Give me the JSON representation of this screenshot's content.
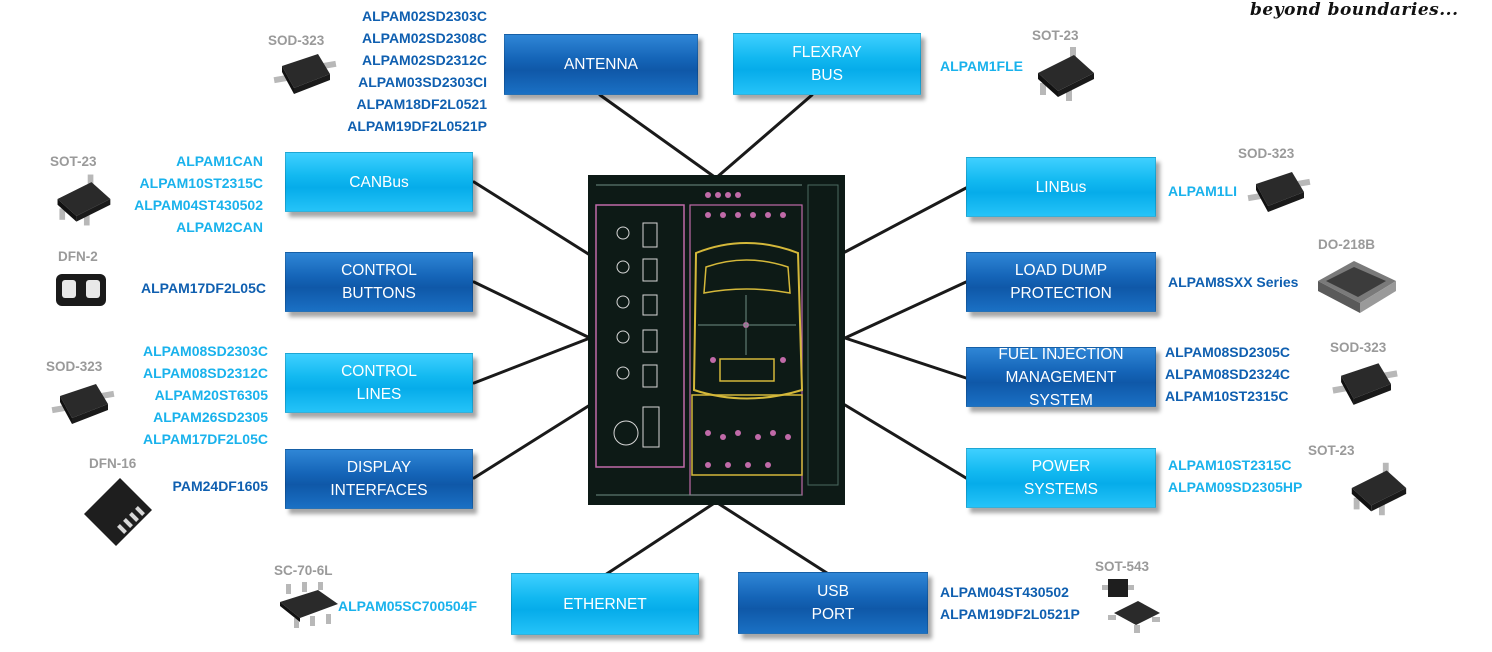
{
  "tagline": "beyond boundaries...",
  "colors": {
    "dark_box": "#1565b8",
    "light_box": "#11b8f0",
    "dark_text": "#0f5fb0",
    "light_text": "#19b2ec",
    "package_label": "#9a9a9a",
    "board": "#0d1a16"
  },
  "center": {
    "icon": "pcb-car-board-icon"
  },
  "blocks": {
    "antenna": {
      "label": "ANTENNA",
      "package": "SOD-323",
      "parts": [
        "ALPAM02SD2303C",
        "ALPAM02SD2308C",
        "ALPAM02SD2312C",
        "ALPAM03SD2303CI",
        "ALPAM18DF2L0521",
        "ALPAM19DF2L0521P"
      ]
    },
    "flexray": {
      "label": "FLEXRAY\nBUS",
      "package": "SOT-23",
      "parts": [
        "ALPAM1FLE"
      ]
    },
    "canbus": {
      "label": "CANBus",
      "package": "SOT-23",
      "parts": [
        "ALPAM1CAN",
        "ALPAM10ST2315C",
        "ALPAM04ST430502",
        "ALPAM2CAN"
      ]
    },
    "control_buttons": {
      "label": "CONTROL\nBUTTONS",
      "package": "DFN-2",
      "parts": [
        "ALPAM17DF2L05C"
      ]
    },
    "control_lines": {
      "label": "CONTROL\nLINES",
      "package": "SOD-323",
      "parts": [
        "ALPAM08SD2303C",
        "ALPAM08SD2312C",
        "ALPAM20ST6305",
        "ALPAM26SD2305",
        "ALPAM17DF2L05C"
      ]
    },
    "display": {
      "label": "DISPLAY\nINTERFACES",
      "package": "DFN-16",
      "parts": [
        "PAM24DF1605"
      ]
    },
    "ethernet": {
      "label": "ETHERNET",
      "package": "SC-70-6L",
      "parts": [
        "ALPAM05SC700504F"
      ]
    },
    "usb": {
      "label": "USB\nPORT",
      "package": "SOT-543",
      "parts": [
        "ALPAM04ST430502",
        "ALPAM19DF2L0521P"
      ]
    },
    "linbus": {
      "label": "LINBus",
      "package": "SOD-323",
      "parts": [
        "ALPAM1LI"
      ]
    },
    "load_dump": {
      "label": "LOAD DUMP\nPROTECTION",
      "package": "DO-218B",
      "parts": [
        "ALPAM8SXX Series"
      ]
    },
    "fuel": {
      "label": "FUEL INJECTION\nMANAGEMENT\nSYSTEM",
      "package": "SOD-323",
      "parts": [
        "ALPAM08SD2305C",
        "ALPAM08SD2324C",
        "ALPAM10ST2315C"
      ]
    },
    "power": {
      "label": "POWER\nSYSTEMS",
      "package": "SOT-23",
      "parts": [
        "ALPAM10ST2315C",
        "ALPAM09SD2305HP"
      ]
    }
  }
}
